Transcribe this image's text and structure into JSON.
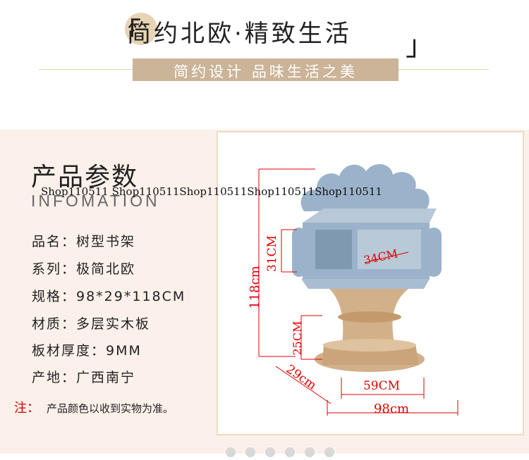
{
  "header": {
    "title": "简约北欧·精致生活",
    "bracket_left": "「",
    "bracket_right": "」",
    "tagline": "简约设计  品味生活之美"
  },
  "info": {
    "title": "产品参数",
    "subtitle": "INFOMATION",
    "watermark": "Shop110511 Shop110511Shop110511Shop110511Shop110511",
    "specs": [
      {
        "text": "品名：树型书架"
      },
      {
        "text": "系列：极简北欧"
      },
      {
        "text": "规格：98*29*118CM"
      },
      {
        "text": "材质：多层实木板"
      },
      {
        "text": "板材厚度：9MM"
      },
      {
        "text": "产地：广西南宁"
      }
    ],
    "note_label": "注：",
    "note_text": "产品颜色以收到实物为准。"
  },
  "dimensions": {
    "height": "118cm",
    "crown_height": "31CM",
    "inner_width": "34CM",
    "base_height": "25CM",
    "depth": "29cm",
    "base_width": "59CM",
    "total_width": "98cm"
  },
  "colors": {
    "brand_tan": "#cbb497",
    "crown_blue": "#9bb3ca",
    "wood": "#d2b08a",
    "dimension_red": "#e00000",
    "panel_bg": "#fbf0ea"
  }
}
